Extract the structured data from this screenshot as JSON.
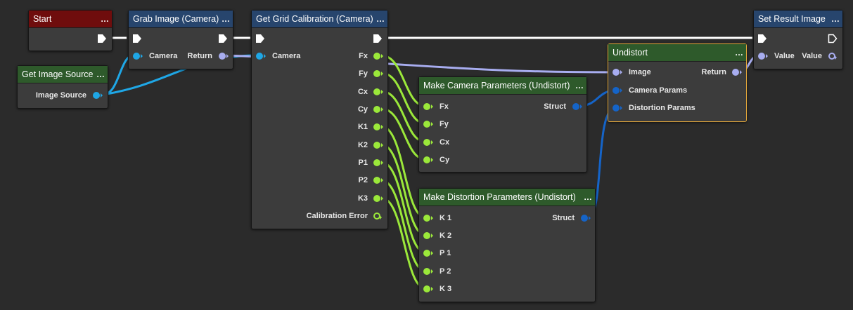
{
  "nodes": {
    "start": {
      "title": "Start",
      "menu": "…"
    },
    "get_image_source": {
      "title": "Get Image Source",
      "menu": "…",
      "outputs": [
        "Image Source"
      ]
    },
    "grab_image": {
      "title": "Grab Image (Camera)",
      "menu": "…",
      "inputs": [
        "Camera"
      ],
      "outputs": [
        "Return"
      ]
    },
    "grid_calibration": {
      "title": "Get Grid Calibration (Camera)",
      "menu": "…",
      "inputs": [
        "Camera"
      ],
      "outputs": [
        "Fx",
        "Fy",
        "Cx",
        "Cy",
        "K1",
        "K2",
        "P1",
        "P2",
        "K3",
        "Calibration Error"
      ]
    },
    "make_camera_params": {
      "title": "Make Camera Parameters (Undistort)",
      "menu": "…",
      "inputs": [
        "Fx",
        "Fy",
        "Cx",
        "Cy"
      ],
      "outputs": [
        "Struct"
      ]
    },
    "make_distortion_params": {
      "title": "Make Distortion Parameters (Undistort)",
      "menu": "…",
      "inputs": [
        "K 1",
        "K 2",
        "P 1",
        "P 2",
        "K 3"
      ],
      "outputs": [
        "Struct"
      ]
    },
    "undistort": {
      "title": "Undistort",
      "menu": "…",
      "inputs": [
        "Image",
        "Camera Params",
        "Distortion Params"
      ],
      "outputs": [
        "Return"
      ]
    },
    "set_result_image": {
      "title": "Set Result Image",
      "menu": "…",
      "inputs": [
        "Value"
      ],
      "outputs": [
        "Value"
      ]
    }
  },
  "colors": {
    "background": "#2b2b2b",
    "node_body": "#3c3c3c",
    "header_event": "#6f0d0d",
    "header_function": "#27456d",
    "header_pure": "#2e5a2b",
    "selected_border": "#e6a93a",
    "exec_wire": "#ffffff",
    "float_pin": "#9be83a",
    "camera_pin": "#1fa7e6",
    "struct_pin": "#1564c8",
    "image_pin": "#a8adf0"
  }
}
